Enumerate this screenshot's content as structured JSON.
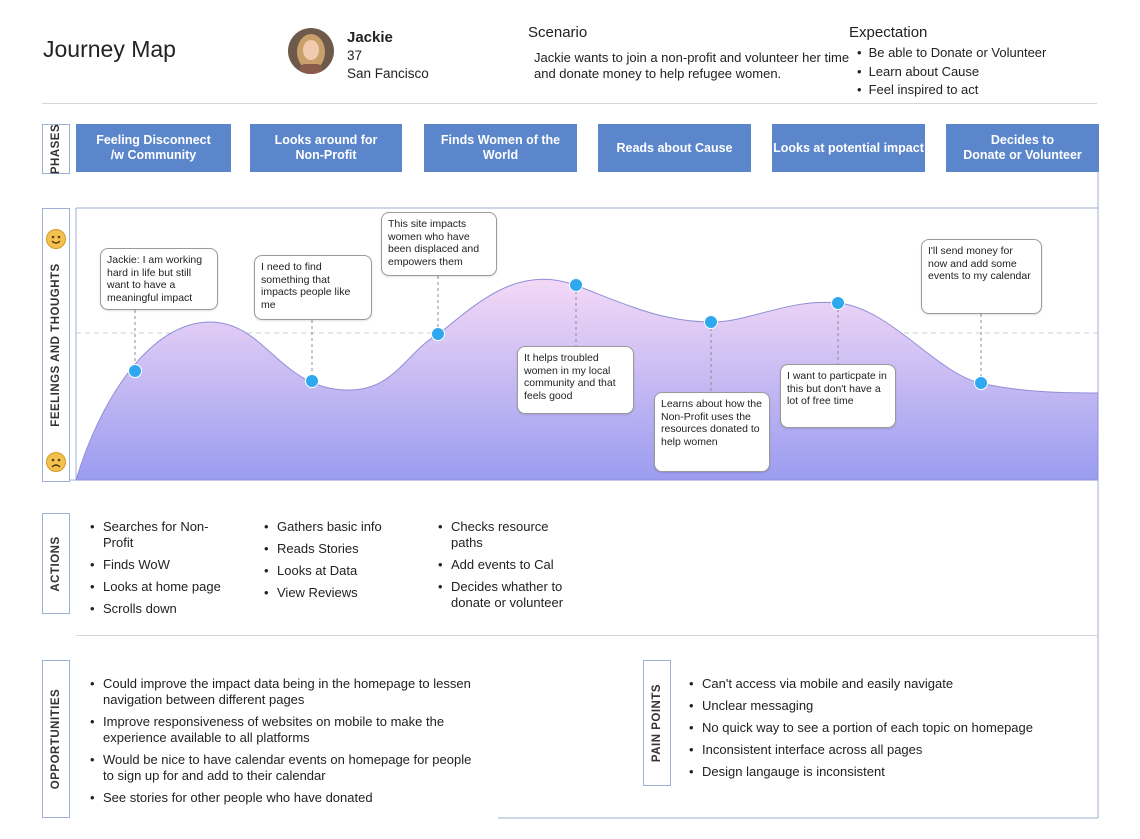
{
  "header": {
    "title": "Journey Map",
    "persona": {
      "name": "Jackie",
      "age": "37",
      "location": "San Fancisco"
    },
    "scenario": {
      "heading": "Scenario",
      "text": "Jackie wants to join a non-profit and volunteer her time and donate money to help refugee women."
    },
    "expectation": {
      "heading": "Expectation",
      "items": [
        "Be able to Donate or Volunteer",
        "Learn about Cause",
        "Feel inspired to act"
      ]
    }
  },
  "section_labels": {
    "phases": "PHASES",
    "feelings": "FEELINGS AND THOUGHTS",
    "actions": "ACTIONS",
    "opportunities": "OPPORTUNITIES",
    "pain_points": "PAIN POINTS"
  },
  "phases": [
    "Feeling Disconnect\n/w Community",
    "Looks around for\nNon-Profit",
    "Finds Women of the World",
    "Reads about Cause",
    "Looks at potential impact",
    "Decides to\nDonate or Volunteer"
  ],
  "thoughts": [
    "Jackie: I am working hard in life but still want to have a meaningful impact",
    "I need to find something that impacts people like me",
    "This site impacts women who have been displaced and empowers them",
    "It helps troubled women in my local community and that feels good",
    "Learns about how the Non-Profit uses the resources donated to help women",
    "I want to particpate in this but don't have a lot of free time",
    "I'll send money for now and add some events to my calendar"
  ],
  "emotion_icons": {
    "happy": "smiley-face-icon",
    "sad": "sad-face-icon"
  },
  "colors": {
    "phase": "#5b86cc",
    "curve_top": "#f4d9f6",
    "curve_bottom": "#9a9cf0",
    "point": "#2fa8f0",
    "label_border": "#9db0d6"
  },
  "actions": [
    [
      "Searches for Non-Profit",
      "Finds WoW",
      "Looks at home page",
      "Scrolls down"
    ],
    [
      "Gathers basic info",
      "Reads Stories",
      "Looks at Data",
      "View Reviews"
    ],
    [
      "Checks resource paths",
      "Add events to Cal",
      "Decides whather to donate or volunteer"
    ]
  ],
  "opportunities": [
    "Could improve the impact data being in the homepage to lessen navigation between different pages",
    "Improve responsiveness of websites on mobile to make the experience available to all platforms",
    "Would be nice to have calendar events on homepage for people to sign up for and add to their calendar",
    "See stories for other people who have donated"
  ],
  "pain_points": [
    "Can't access via mobile and easily navigate",
    "Unclear messaging",
    "No quick way to see a portion of each topic on homepage",
    "Inconsistent interface across all pages",
    "Design langauge is inconsistent"
  ]
}
